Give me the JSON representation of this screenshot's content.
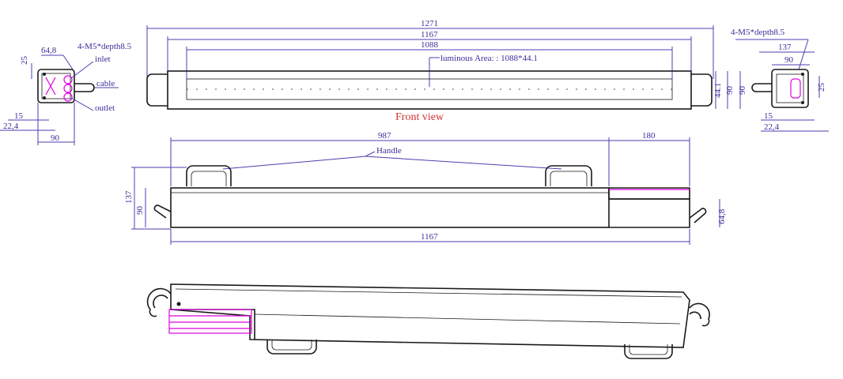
{
  "colors": {
    "dimension": "#4b3fb0",
    "outline": "#1a1a1a",
    "label": "#d43030",
    "highlight": "#e000e0"
  },
  "front": {
    "dim_overall": "1271",
    "dim_body": "1167",
    "dim_window": "1088",
    "luminous_area": "luminous Area: : 1088*44.1",
    "title": "Front view",
    "dim_h1": "44.1",
    "dim_h2": "90",
    "dim_h3": "90"
  },
  "left_end": {
    "dim_648": "64,8",
    "thread_note": "4-M5*depth8.5",
    "inlet": "inlet",
    "cable": "cable",
    "outlet": "outlet",
    "dim_25": "25",
    "dim_15": "15",
    "dim_224": "22,4",
    "dim_90": "90"
  },
  "right_end": {
    "thread_note": "4-M5*depth8.5",
    "dim_137": "137",
    "dim_90": "90",
    "dim_25": "25",
    "dim_15": "15",
    "dim_224": "22,4"
  },
  "top_view": {
    "dim_987": "987",
    "dim_180": "180",
    "handle": "Handle",
    "dim_137": "137",
    "dim_90": "90",
    "dim_648": "64,8",
    "dim_1167": "1167"
  }
}
